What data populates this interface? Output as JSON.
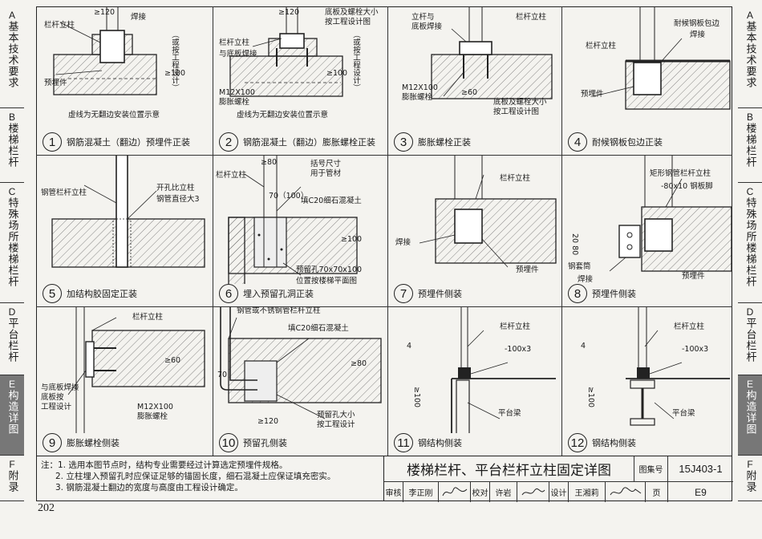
{
  "side_tabs": [
    {
      "letter": "A",
      "word": "基本技术要求",
      "active": false
    },
    {
      "letter": "B",
      "word": "楼梯栏杆",
      "active": false
    },
    {
      "letter": "C",
      "word": "特殊场所楼梯栏杆",
      "active": false
    },
    {
      "letter": "D",
      "word": "平台栏杆",
      "active": false
    },
    {
      "letter": "E",
      "word": "构造详图",
      "active": true
    },
    {
      "letter": "F",
      "word": "附录",
      "active": false
    }
  ],
  "details": [
    {
      "num": "1",
      "caption": "钢筋混凝土（翻边）预埋件正装",
      "labels": [
        "栏杆立柱",
        "≥120",
        "焊接",
        "预埋件",
        "≥100",
        "（或按工程设计）",
        "虚线为无翻边安装位置示意"
      ]
    },
    {
      "num": "2",
      "caption": "钢筋混凝土（翻边）膨胀螺栓正装",
      "labels": [
        "栏杆立柱",
        "与底板焊接",
        "≥120",
        "底板及螺栓大小",
        "按工程设计图",
        "M12X100",
        "膨胀螺栓",
        "≥100",
        "（或按工程设计）",
        "虚线为无翻边安装位置示意"
      ]
    },
    {
      "num": "3",
      "caption": "膨胀螺栓正装",
      "labels": [
        "立杆与",
        "底板焊接",
        "栏杆立柱",
        "M12X100",
        "膨胀螺栓",
        "≥60",
        "底板及螺栓大小",
        "按工程设计图"
      ]
    },
    {
      "num": "4",
      "caption": "耐候钢板包边正装",
      "labels": [
        "耐候钢板包边",
        "焊接",
        "栏杆立柱",
        "预埋件"
      ]
    },
    {
      "num": "5",
      "caption": "加结构胶固定正装",
      "labels": [
        "钢管栏杆立柱",
        "开孔比立柱",
        "钢管直径大3"
      ]
    },
    {
      "num": "6",
      "caption": "埋入预留孔洞正装",
      "labels": [
        "栏杆立柱",
        "≥80",
        "括号尺寸",
        "用于管材",
        "70（100）",
        "填C20细石混凝土",
        "≥100",
        "预留孔70x70x100",
        "位置按楼梯平面图"
      ]
    },
    {
      "num": "7",
      "caption": "预埋件侧装",
      "labels": [
        "栏杆立柱",
        "焊接",
        "预埋件"
      ]
    },
    {
      "num": "8",
      "caption": "预埋件侧装",
      "labels": [
        "矩形钢管栏杆立柱",
        "-80x10 钢板脚",
        "20 80",
        "钢套筒",
        "焊接",
        "预埋件"
      ]
    },
    {
      "num": "9",
      "caption": "膨胀螺栓侧装",
      "labels": [
        "栏杆立柱",
        "≥60",
        "与底板焊接",
        "底板按",
        "工程设计",
        "M12X100",
        "膨胀螺栓"
      ]
    },
    {
      "num": "10",
      "caption": "预留孔侧装",
      "labels": [
        "钢管或不锈钢管栏杆立柱",
        "填C20细石混凝土",
        "70",
        "≥80",
        "≥120",
        "预留孔大小",
        "按工程设计"
      ]
    },
    {
      "num": "11",
      "caption": "钢结构侧装",
      "labels": [
        "栏杆立柱",
        "4",
        "-100x3",
        "≥100",
        "平台梁"
      ]
    },
    {
      "num": "12",
      "caption": "钢结构侧装",
      "labels": [
        "栏杆立柱",
        "4",
        "-100x3",
        "≥100",
        "平台梁"
      ]
    }
  ],
  "notes": [
    "注：1. 选用本图节点时，结构专业需要经过计算选定预埋件规格。",
    "2. 立柱埋入预留孔时应保证足够的锚固长度，细石混凝土应保证填充密实。",
    "3. 钢筋混凝土翻边的宽度与高度由工程设计确定。"
  ],
  "title_block": {
    "title": "楼梯栏杆、平台栏杆立柱固定详图",
    "atlas_label": "图集号",
    "atlas_no": "15J403-1",
    "review_label": "审核",
    "reviewer": "李正刚",
    "check_label": "校对",
    "checker": "许岩",
    "design_label": "设计",
    "designer": "王湘莉",
    "page_label": "页",
    "page_code": "E9"
  },
  "page_number": "202"
}
